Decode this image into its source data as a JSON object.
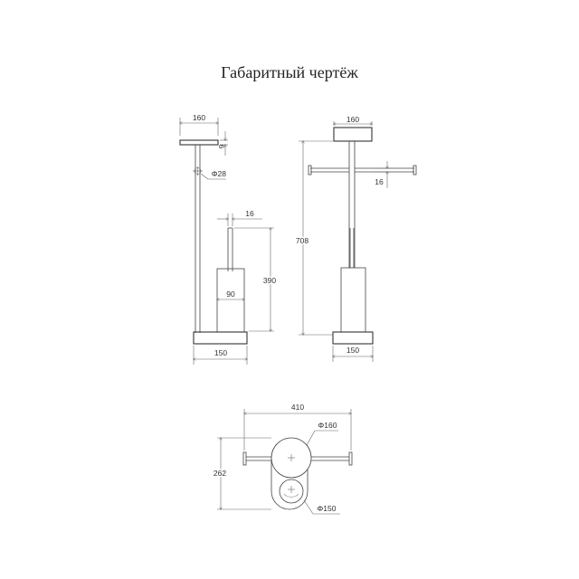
{
  "title": "Габаритный чертёж",
  "side_view": {
    "top_width": "160",
    "top_thickness": "6",
    "rod_diameter": "Φ28",
    "brush_handle_width": "16",
    "holder_height": "390",
    "holder_width": "90",
    "base_width": "150"
  },
  "front_view": {
    "top_width": "160",
    "total_height": "708",
    "arm_offset": "16",
    "base_width": "150"
  },
  "plan_view": {
    "total_width": "410",
    "top_diameter": "Φ160",
    "depth": "262",
    "base_diameter": "Φ150"
  },
  "colors": {
    "line": "#444444",
    "text": "#333333",
    "background": "#ffffff"
  }
}
